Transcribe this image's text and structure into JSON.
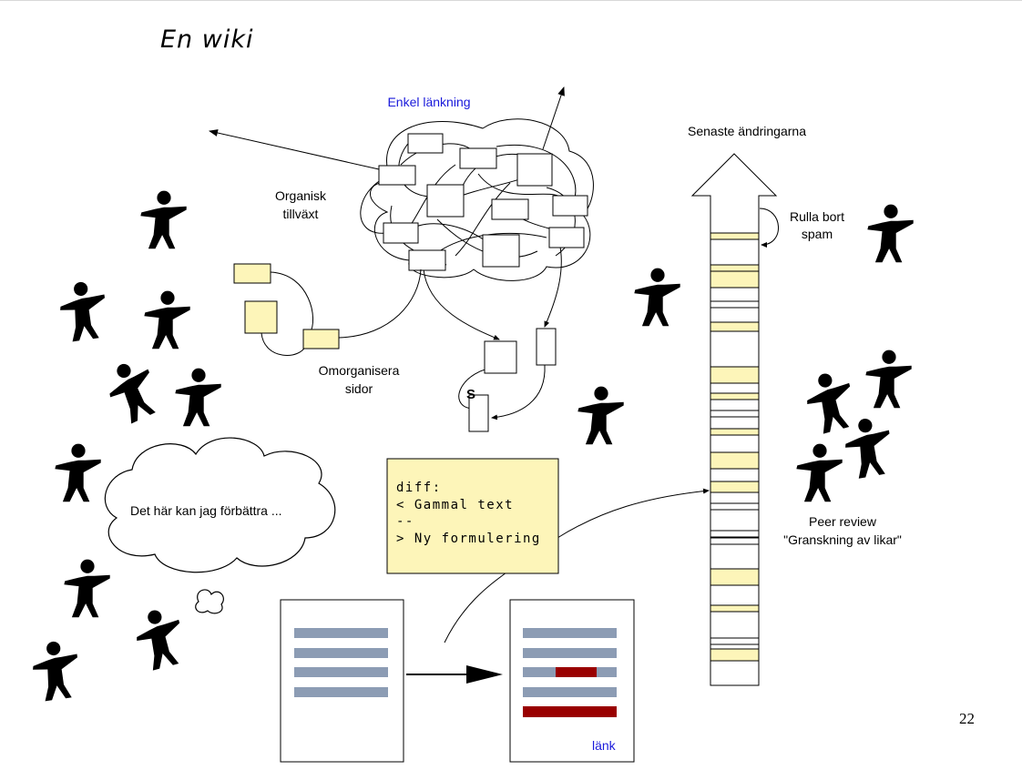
{
  "title": "En wiki",
  "labels": {
    "simple_linking": "Enkel länkning",
    "organic_growth_1": "Organisk",
    "organic_growth_2": "tillväxt",
    "reorganize_1": "Omorganisera",
    "reorganize_2": "sidor",
    "s_marker": "S",
    "recent_changes": "Senaste ändringarna",
    "roll_back_1": "Rulla bort",
    "roll_back_2": "spam",
    "thought": "Det här kan jag förbättra ...",
    "peer_review_1": "Peer review",
    "peer_review_2": "\"Granskning av likar\"",
    "link": "länk"
  },
  "diff": [
    "diff:",
    "< Gammal text",
    "--",
    "> Ny formulering"
  ],
  "page_number": "22",
  "colors": {
    "link_blue": "#1a1adb",
    "yellow_fill": "#fdf5b9",
    "text_line": "#8c9cb4",
    "edit_red": "#990000"
  },
  "icons": [
    "person-icon",
    "arrow-icon",
    "cloud-icon"
  ]
}
